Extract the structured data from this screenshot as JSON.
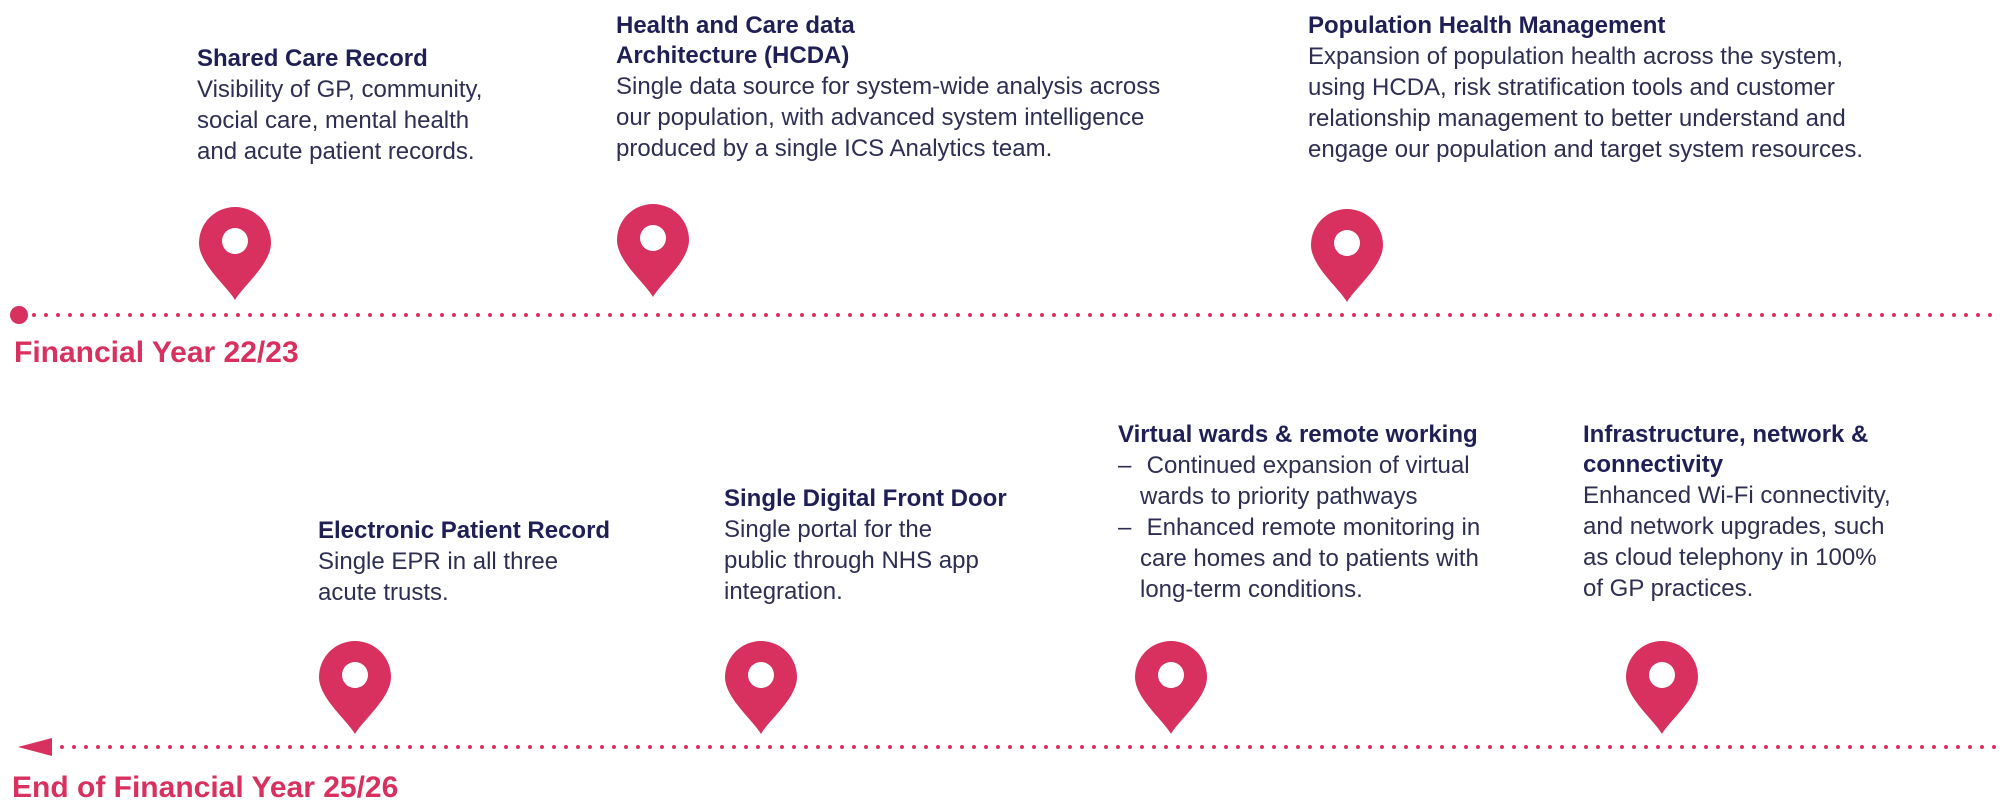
{
  "colors": {
    "accent": "#d8305f",
    "heading": "#1f1f55",
    "text": "#2e2e52"
  },
  "icons": {
    "pin": "map-pin-icon",
    "start": "dot-icon",
    "end": "arrow-left-icon"
  },
  "timeline_top": {
    "label": "Financial Year 22/23",
    "milestones": [
      {
        "title_lines": [
          "Shared Care Record"
        ],
        "desc_lines": [
          "Visibility of GP, community,",
          "social care, mental health",
          "and acute patient records."
        ]
      },
      {
        "title_lines": [
          "Health and Care data",
          "Architecture (HCDA)"
        ],
        "desc_lines": [
          "Single data source for system-wide analysis across",
          "our population, with advanced system intelligence",
          "produced by a single ICS Analytics team."
        ]
      },
      {
        "title_lines": [
          "Population Health Management"
        ],
        "desc_lines": [
          "Expansion of population health across the system,",
          "using HCDA, risk stratification tools and customer",
          "relationship management to better understand and",
          "engage our population and target system resources."
        ]
      }
    ]
  },
  "timeline_bottom": {
    "label": "End of Financial Year 25/26",
    "milestones": [
      {
        "title_lines": [
          "Electronic Patient Record"
        ],
        "desc_lines": [
          "Single EPR in all three",
          "acute trusts."
        ]
      },
      {
        "title_lines": [
          "Single Digital Front Door"
        ],
        "desc_lines": [
          "Single portal for the",
          "public through NHS app",
          "integration."
        ]
      },
      {
        "title_lines": [
          "Virtual wards & remote working"
        ],
        "bullets": [
          [
            "Continued expansion of virtual",
            "wards to priority pathways"
          ],
          [
            "Enhanced remote monitoring in",
            "care homes and to patients with",
            "long-term conditions."
          ]
        ]
      },
      {
        "title_lines": [
          "Infrastructure, network &",
          "connectivity"
        ],
        "desc_lines": [
          "Enhanced Wi-Fi connectivity,",
          "and network upgrades, such",
          "as cloud telephony in 100%",
          "of GP practices."
        ]
      }
    ]
  }
}
